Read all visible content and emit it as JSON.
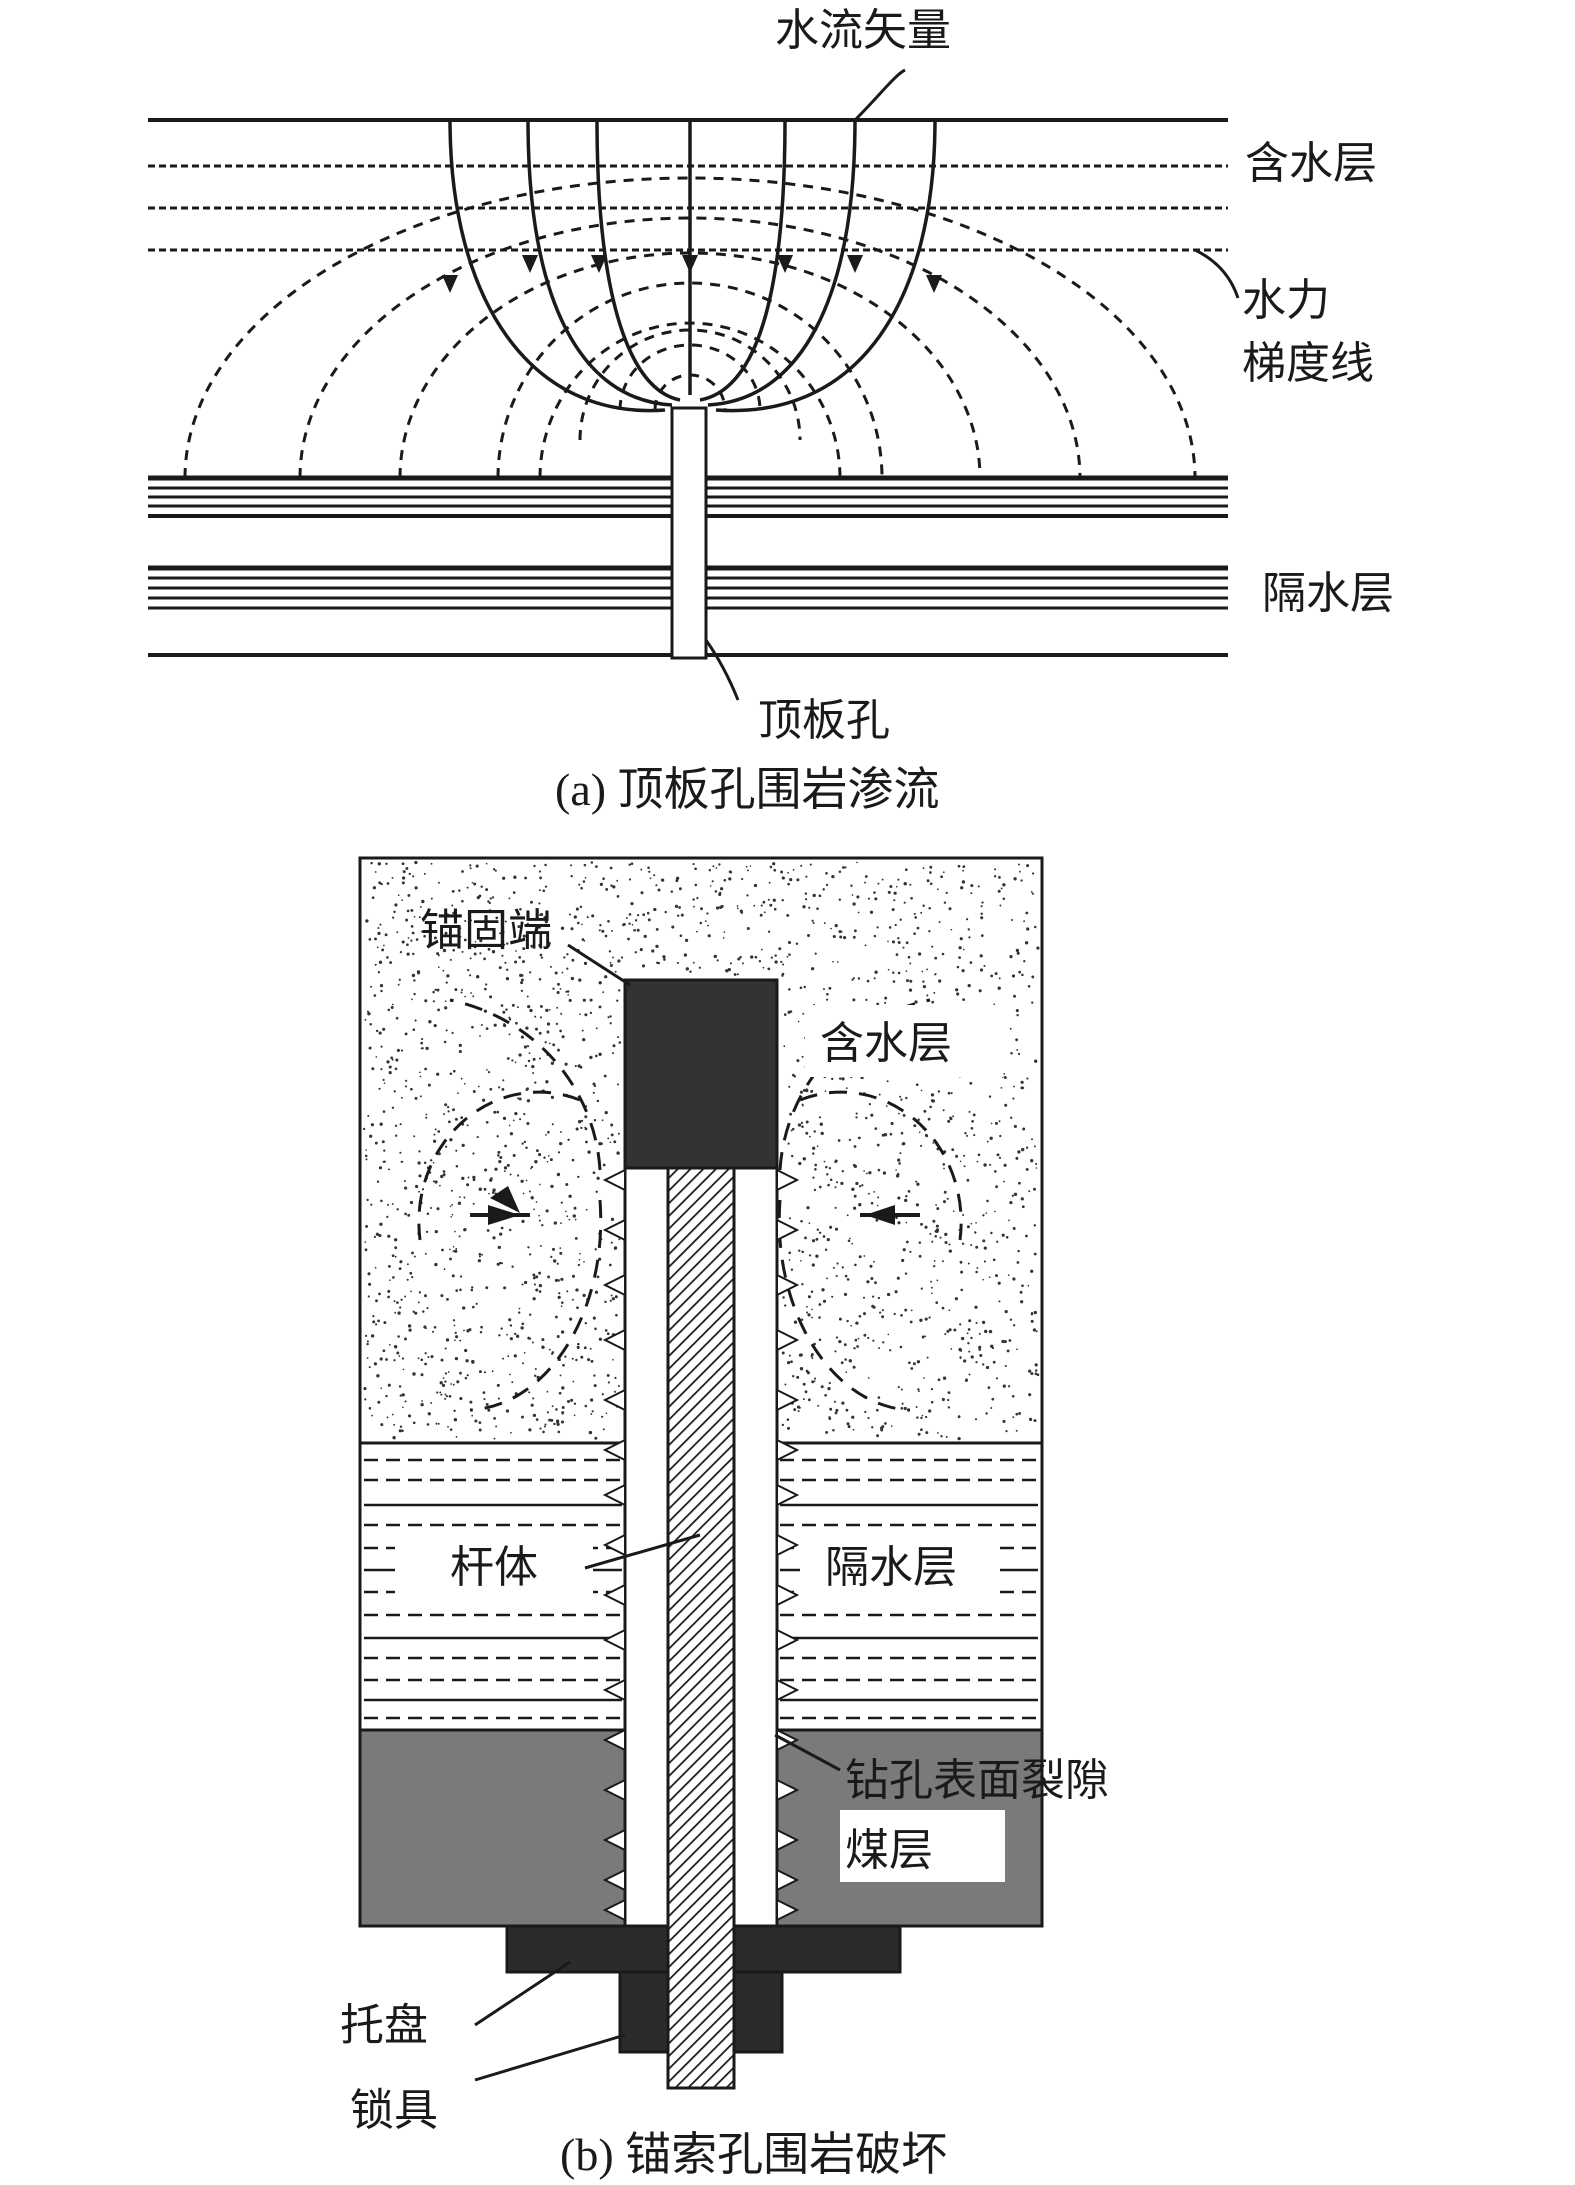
{
  "panel_a": {
    "labels": {
      "water_vector": "水流矢量",
      "aquifer": "含水层",
      "gradient_line_1": "水力",
      "gradient_line_2": "梯度线",
      "aquiclude": "隔水层",
      "roof_hole": "顶板孔"
    },
    "caption": "(a) 顶板孔围岩渗流"
  },
  "panel_b": {
    "labels": {
      "anchor_end": "锚固端",
      "aquifer": "含水层",
      "rod_body": "杆体",
      "aquiclude": "隔水层",
      "hole_surface_cracks": "钻孔表面裂隙",
      "coal_seam": "煤层",
      "tray": "托盘",
      "lock": "锁具"
    },
    "caption": "(b) 锚索孔围岩破坏"
  },
  "colors": {
    "line": "#1a1a1a",
    "coal_seam": "#7a7a7a",
    "anchor_block": "#333333",
    "tray": "#2b2b2b"
  }
}
